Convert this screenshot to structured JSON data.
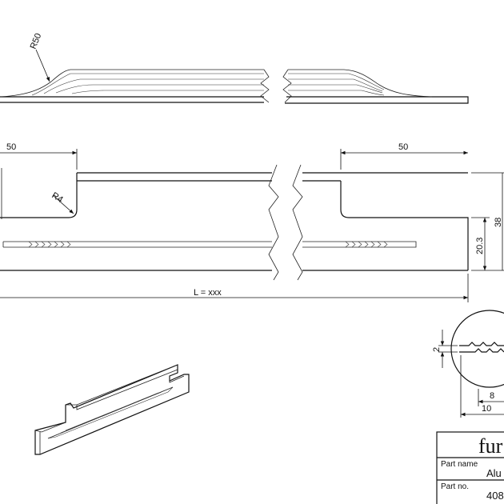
{
  "top_view": {
    "radius_label": "R50"
  },
  "front_view": {
    "left_offset_label": "50",
    "right_offset_label": "50",
    "corner_radius_label": "R4",
    "length_label": "L = xxx",
    "height_label": "38",
    "slot_height_label": "20.3"
  },
  "detail_view": {
    "tooth_label": "2",
    "depth_label_a": "8",
    "depth_label_b": "10"
  },
  "title_block": {
    "brand_fragment": "fur",
    "part_name_label": "Part name",
    "part_name_value": "Alu",
    "part_no_label": "Part no.",
    "part_no_value": "408"
  }
}
